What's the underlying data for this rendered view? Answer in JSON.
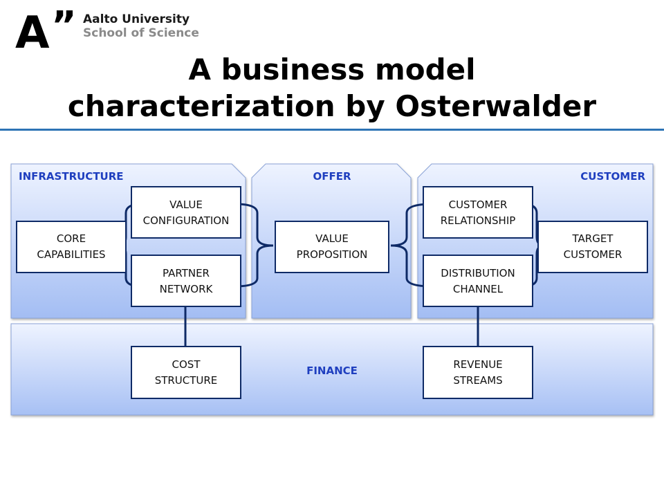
{
  "logo": {
    "mark": "A",
    "quote": "”",
    "line1": "Aalto University",
    "line2": "School of Science"
  },
  "title": {
    "line1": "A business model",
    "line2": "characterization by Osterwalder"
  },
  "regions": {
    "infrastructure": "INFRASTRUCTURE",
    "offer": "OFFER",
    "customer": "CUSTOMER",
    "finance": "FINANCE"
  },
  "boxes": {
    "value_configuration": [
      "VALUE",
      "CONFIGURATION"
    ],
    "core_capabilities": [
      "CORE",
      "CAPABILITIES"
    ],
    "partner_network": [
      "PARTNER",
      "NETWORK"
    ],
    "value_proposition": [
      "VALUE",
      "PROPOSITION"
    ],
    "customer_relationship": [
      "CUSTOMER",
      "RELATIONSHIP"
    ],
    "distribution_channel": [
      "DISTRIBUTION",
      "CHANNEL"
    ],
    "target_customer": [
      "TARGET",
      "CUSTOMER"
    ],
    "cost_structure": [
      "COST",
      "STRUCTURE"
    ],
    "revenue_streams": [
      "REVENUE",
      "STREAMS"
    ]
  },
  "colors": {
    "region_top": "#eef3ff",
    "region_bottom": "#a3bdf3",
    "region_border": "#8aa2d6",
    "connector": "#0e2a66",
    "label": "#1f3fbf",
    "title_rule": "#2e74b5"
  }
}
